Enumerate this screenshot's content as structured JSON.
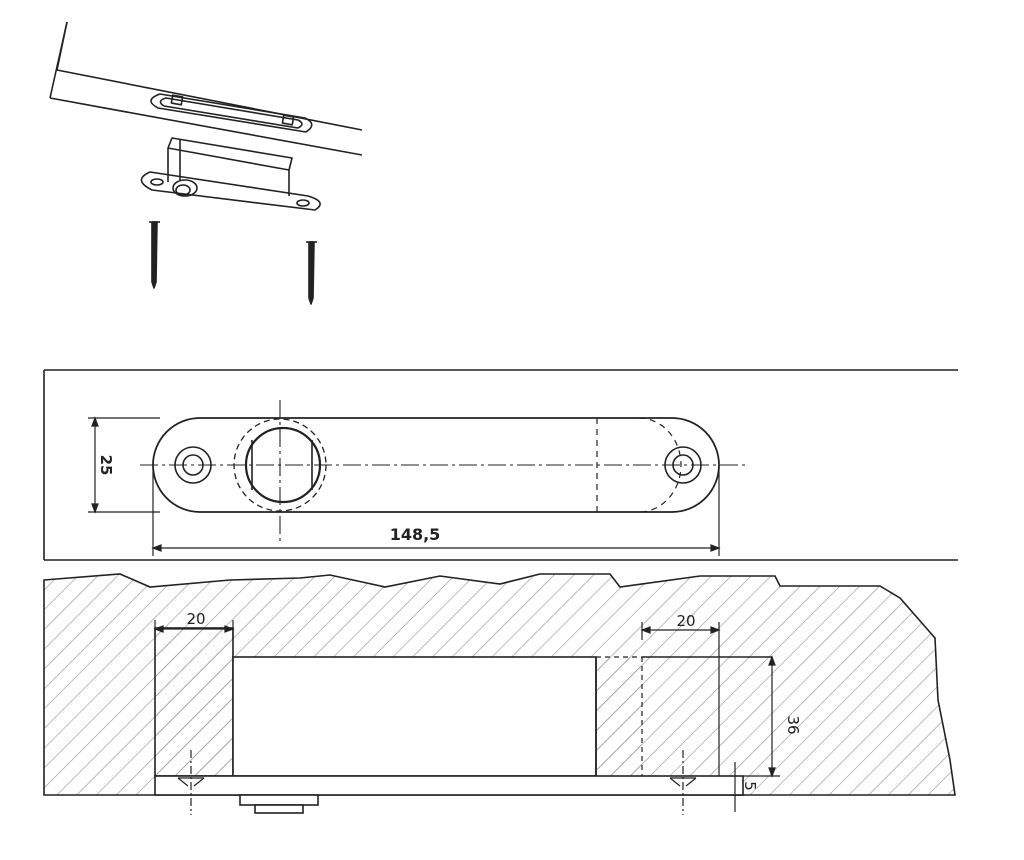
{
  "dimensions": {
    "plate_width": "25",
    "plate_length": "148,5",
    "left_offset": "20",
    "right_offset": "20",
    "mortise_depth": "36",
    "plate_thickness": "5"
  },
  "colors": {
    "line": "#222222",
    "hatch": "#9a9a9a",
    "background": "#ffffff"
  }
}
